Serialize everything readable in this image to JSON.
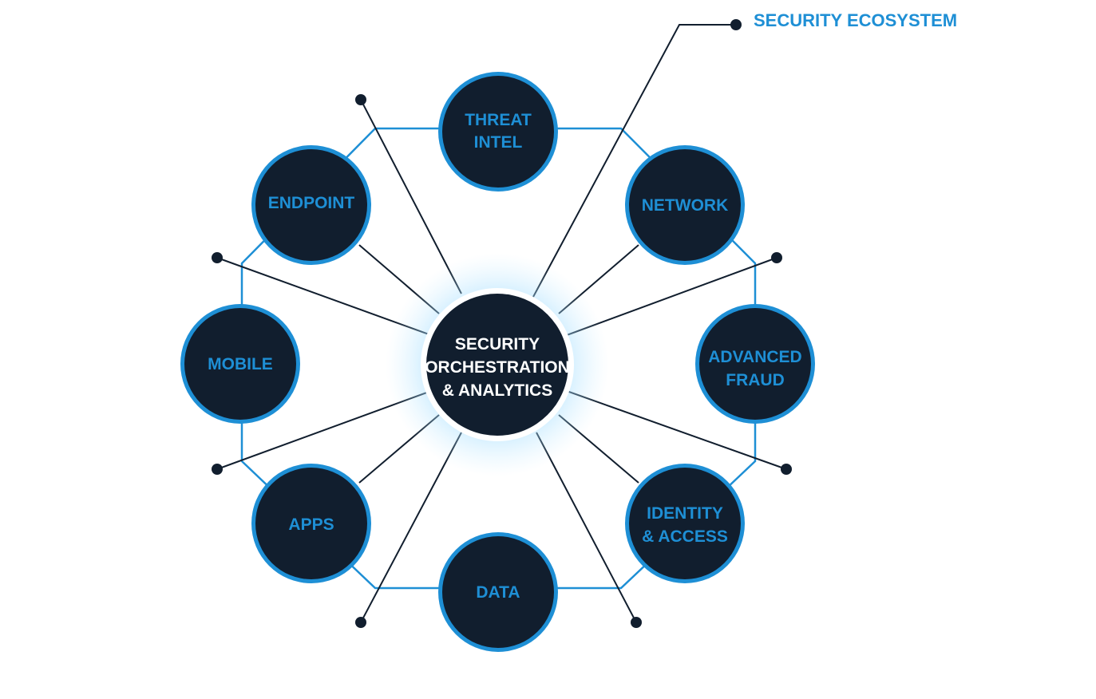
{
  "diagram": {
    "header_label": "SECURITY ECOSYSTEM",
    "center": {
      "lines": [
        "SECURITY",
        "ORCHESTRATION",
        "& ANALYTICS"
      ]
    },
    "nodes": [
      {
        "id": "threat-intel",
        "lines": [
          "THREAT",
          "INTEL"
        ]
      },
      {
        "id": "network",
        "lines": [
          "NETWORK"
        ]
      },
      {
        "id": "advanced-fraud",
        "lines": [
          "ADVANCED",
          "FRAUD"
        ]
      },
      {
        "id": "identity-access",
        "lines": [
          "IDENTITY",
          "& ACCESS"
        ]
      },
      {
        "id": "data",
        "lines": [
          "DATA"
        ]
      },
      {
        "id": "apps",
        "lines": [
          "APPS"
        ]
      },
      {
        "id": "mobile",
        "lines": [
          "MOBILE"
        ]
      },
      {
        "id": "endpoint",
        "lines": [
          "ENDPOINT"
        ]
      }
    ],
    "colors": {
      "node_fill": "#111e2e",
      "accent_blue": "#1e8fd5",
      "line_dark": "#111e2e",
      "glow": "#7fd3ff"
    }
  }
}
